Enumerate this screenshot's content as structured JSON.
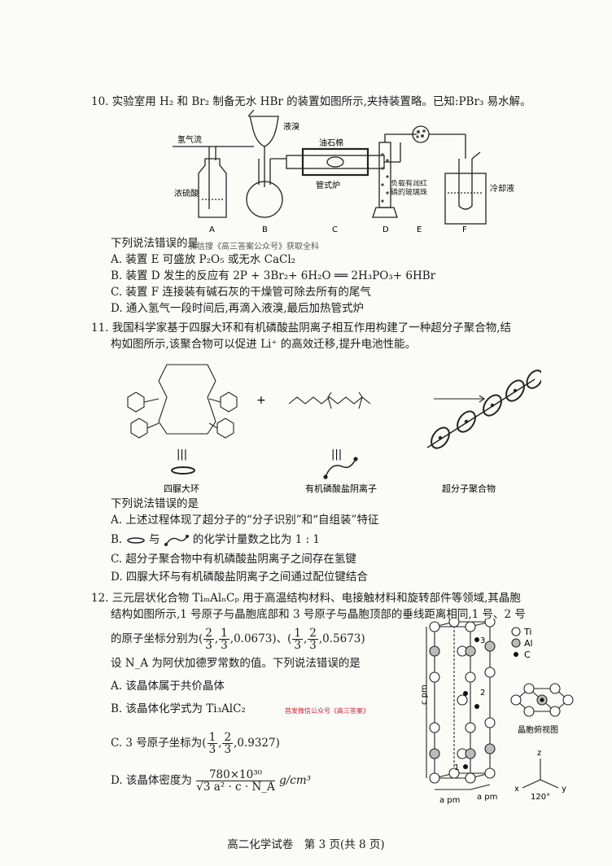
{
  "q10": {
    "stem": "10. 实验室用 H₂ 和 Br₂ 制备无水 HBr 的装置如图所示,夹持装置略。已知:PBr₃ 易水解。",
    "labels": {
      "h2_flow": "氢气流",
      "liquid_br": "液溴",
      "asbestos": "油石棉",
      "tube_furnace": "管式炉",
      "conc_h2so4": "浓硫酸",
      "red_p": "负载有润红磷的玻璃珠",
      "coolant": "冷却液"
    },
    "apparatus": [
      "A",
      "B",
      "C",
      "D",
      "E",
      "F"
    ],
    "question": "下列说法错误的是",
    "watermark": "微信搜《高三答案公众号》获取全科",
    "options": [
      "A. 装置 E 可盛放 P₂O₅ 或无水 CaCl₂",
      "B. 装置 D 发生的反应有 2P + 3Br₂+ 6H₂O ══ 2H₃PO₃+ 6HBr",
      "C. 装置 F 连接装有碱石灰的干燥管可除去所有的尾气",
      "D. 通入氢气一段时间后,再滴入液溴,最后加热管式炉"
    ]
  },
  "q11": {
    "stem_line1": "11. 我国科学家基于四脲大环和有机磷酸盐阴离子相互作用构建了一种超分子聚合物,结",
    "stem_line2": "构如图所示,该聚合物可以促进 Li⁺ 的高效迁移,提升电池性能。",
    "plus": "+",
    "equiv": "|||",
    "labels": {
      "macrocycle": "四脲大环",
      "anion": "有机磷酸盐阴离子",
      "polymer": "超分子聚合物"
    },
    "question": "下列说法错误的是",
    "options": [
      "A. 上述过程体现了超分子的“分子识别”和“自组装”特征",
      "的化学计量数之比为 1 : 1",
      "C. 超分子聚合物中有机磷酸盐阴离子之间存在氢键",
      "D. 四脲大环与有机磷酸盐阴离子之间通过配位键结合"
    ],
    "optB_prefix": "B.",
    "optB_mid": "与"
  },
  "q12": {
    "stem_line1": "12. 三元层状化合物 TiₘAlₙCₚ 用于高温结构材料、电接触材料和旋转部件等领域,其晶胞",
    "stem_line2": "结构如图所示,1 号原子与晶胞底部和 3 号原子与晶胞顶部的垂线距离相同,1 号、2 号",
    "coord_prefix": "的原子坐标分别为(",
    "coord1": [
      "2",
      "3",
      "1",
      "3",
      "0.0673"
    ],
    "coord2": [
      "1",
      "3",
      "2",
      "3",
      "0.5673"
    ],
    "na_line": "设 N_A 为阿伏加德罗常数的值。下列说法错误的是",
    "options": {
      "A": "A. 该晶体属于共价晶体",
      "B": "B. 该晶体化学式为 Ti₃AlC₂",
      "C_prefix": "C. 3 号原子坐标为(",
      "C_frac": [
        "1",
        "3",
        "2",
        "3"
      ],
      "C_suffix": "0.9327)",
      "D_prefix": "D. 该晶体密度为",
      "D_num": "780×10³⁰",
      "D_den": "√3 a² · c · N_A",
      "D_unit": "g/cm³"
    },
    "legend": [
      "Ti",
      "Al",
      "C"
    ],
    "labels": {
      "c_pm": "c pm",
      "a_pm": "a pm",
      "top_view": "晶胞俯视图",
      "angle": "120°",
      "axes": [
        "z",
        "x",
        "y"
      ]
    },
    "atom_numbers": [
      "1",
      "2",
      "3"
    ],
    "watermark": "首发微信公众号《高三答案》"
  },
  "footer": "高二化学试卷　第 3 页(共 8 页)"
}
